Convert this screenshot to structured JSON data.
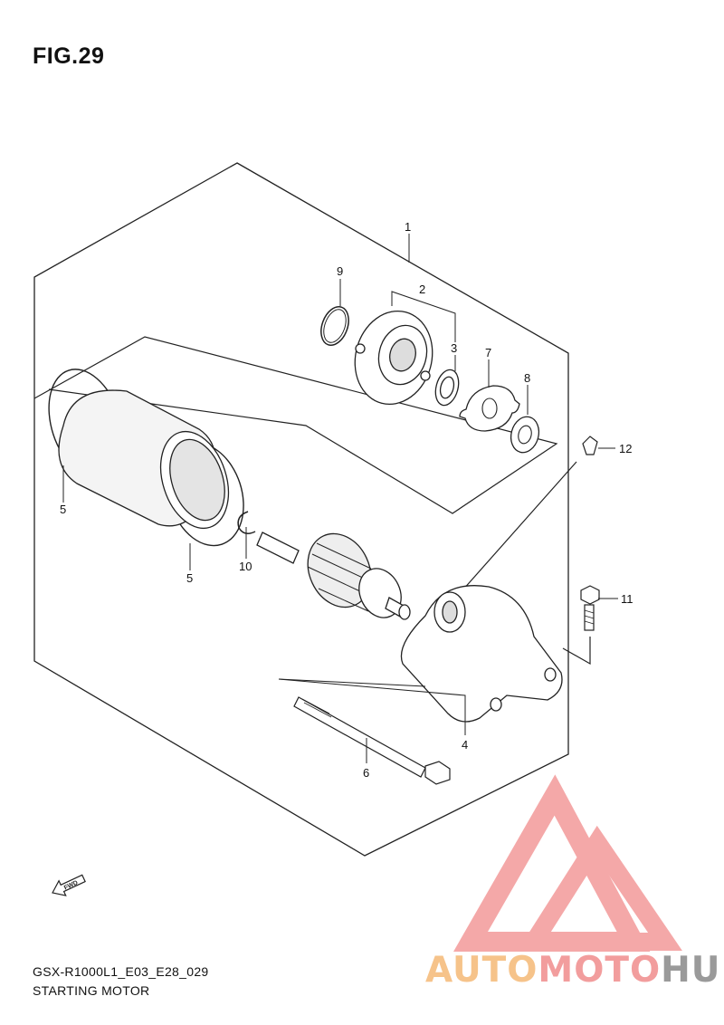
{
  "figure": {
    "title": "FIG.29",
    "code": "GSX-R1000L1_E03_E28_029",
    "name": "STARTING MOTOR"
  },
  "fwd_label": "FWD",
  "callouts": [
    {
      "id": "c1",
      "text": "1"
    },
    {
      "id": "c2",
      "text": "2"
    },
    {
      "id": "c3",
      "text": "3"
    },
    {
      "id": "c4",
      "text": "4"
    },
    {
      "id": "c5a",
      "text": "5"
    },
    {
      "id": "c5b",
      "text": "5"
    },
    {
      "id": "c6",
      "text": "6"
    },
    {
      "id": "c7",
      "text": "7"
    },
    {
      "id": "c8",
      "text": "8"
    },
    {
      "id": "c9",
      "text": "9"
    },
    {
      "id": "c10",
      "text": "10"
    },
    {
      "id": "c11",
      "text": "11"
    },
    {
      "id": "c12",
      "text": "12"
    }
  ],
  "watermark": {
    "part1": "AUTO",
    "part2": "MOTO",
    "part3": "HUB",
    "colors": {
      "light": "#f6c38a",
      "mid": "#f29d9d",
      "gray": "#9a9a9a"
    }
  }
}
